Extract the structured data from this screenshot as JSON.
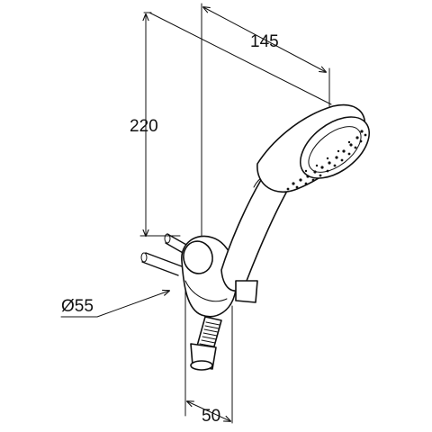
{
  "dimensions": {
    "height": "220",
    "depth": "145",
    "diameter": "Ø55",
    "width": "50"
  },
  "colors": {
    "line": "#111111",
    "background": "#ffffff"
  }
}
